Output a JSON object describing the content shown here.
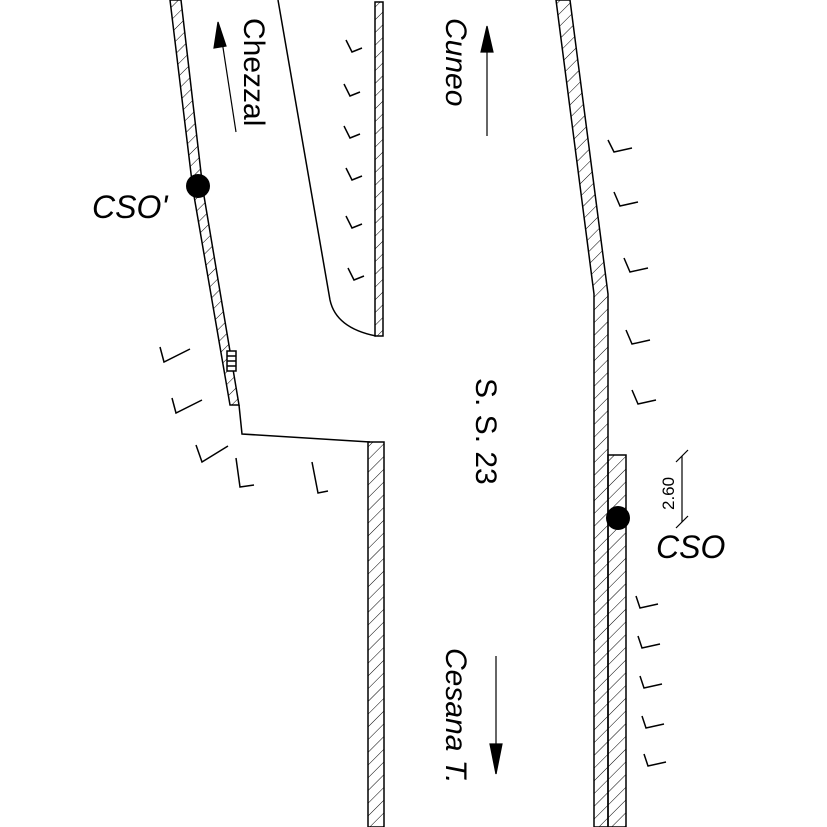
{
  "diagram": {
    "road_label": "S. S. 23",
    "direction_up": "Cuneo",
    "direction_down": "Cesana T.",
    "side_road_label": "Chezzal",
    "points": [
      {
        "id": "cso-prime",
        "label": "CSO'"
      },
      {
        "id": "cso",
        "label": "CSO"
      }
    ],
    "dimension": "2.60",
    "colors": {
      "line": "#000000",
      "background": "#ffffff"
    }
  }
}
